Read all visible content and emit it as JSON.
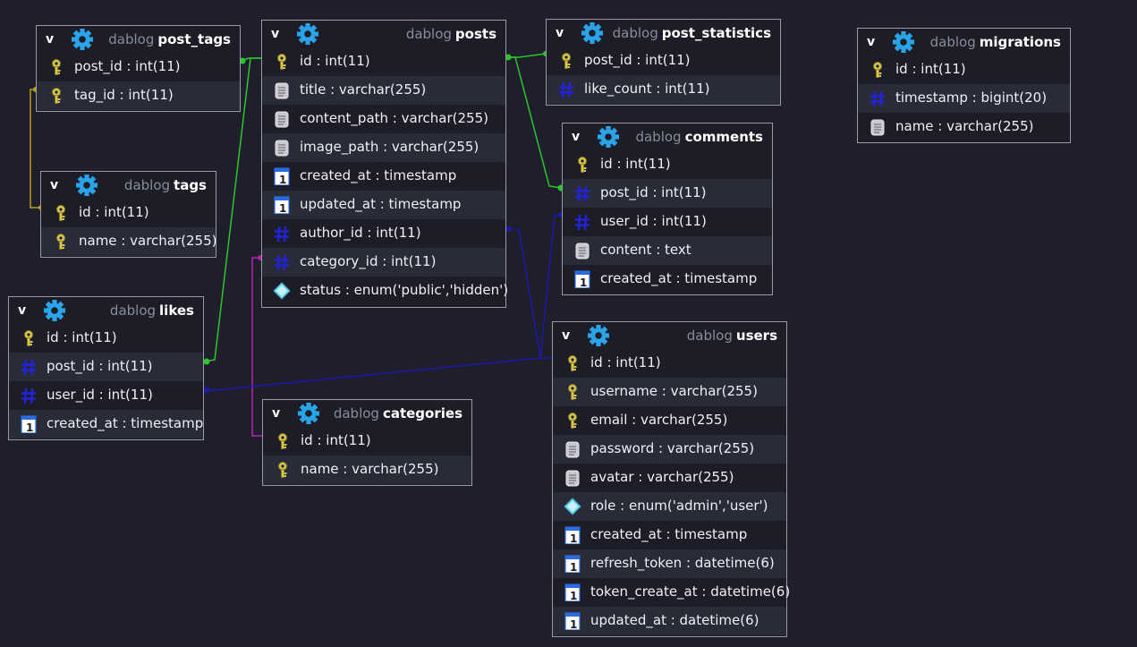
{
  "colors": {
    "fk_green": "#2dc42d",
    "fk_blue": "#1a1aa8",
    "fk_purple": "#b025b0",
    "fk_yellow": "#b8a020",
    "background": "#1e1f2b"
  },
  "tables": {
    "post_tags": {
      "toggle": "v",
      "schema": "dablog",
      "name": "post_tags",
      "columns": [
        {
          "icon": "key-icon",
          "label": "post_id : int(11)"
        },
        {
          "icon": "key-icon",
          "label": "tag_id : int(11)"
        }
      ]
    },
    "tags": {
      "toggle": "v",
      "schema": "dablog",
      "name": "tags",
      "columns": [
        {
          "icon": "key-icon",
          "label": "id : int(11)"
        },
        {
          "icon": "key-icon",
          "label": "name : varchar(255)"
        }
      ]
    },
    "likes": {
      "toggle": "v",
      "schema": "dablog",
      "name": "likes",
      "columns": [
        {
          "icon": "key-icon",
          "label": "id : int(11)"
        },
        {
          "icon": "hash-icon",
          "label": "post_id : int(11)"
        },
        {
          "icon": "hash-icon",
          "label": "user_id : int(11)"
        },
        {
          "icon": "calendar-icon",
          "label": "created_at : timestamp"
        }
      ]
    },
    "posts": {
      "toggle": "v",
      "schema": "dablog",
      "name": "posts",
      "columns": [
        {
          "icon": "key-icon",
          "label": "id : int(11)"
        },
        {
          "icon": "text-icon",
          "label": "title : varchar(255)"
        },
        {
          "icon": "text-icon",
          "label": "content_path : varchar(255)"
        },
        {
          "icon": "text-icon",
          "label": "image_path : varchar(255)"
        },
        {
          "icon": "calendar-icon",
          "label": "created_at : timestamp"
        },
        {
          "icon": "calendar-icon",
          "label": "updated_at : timestamp"
        },
        {
          "icon": "hash-icon",
          "label": "author_id : int(11)"
        },
        {
          "icon": "hash-icon",
          "label": "category_id : int(11)"
        },
        {
          "icon": "enum-icon",
          "label": "status : enum('public','hidden')"
        }
      ]
    },
    "categories": {
      "toggle": "v",
      "schema": "dablog",
      "name": "categories",
      "columns": [
        {
          "icon": "key-icon",
          "label": "id : int(11)"
        },
        {
          "icon": "key-icon",
          "label": "name : varchar(255)"
        }
      ]
    },
    "post_statistics": {
      "toggle": "v",
      "schema": "dablog",
      "name": "post_statistics",
      "columns": [
        {
          "icon": "key-icon",
          "label": "post_id : int(11)"
        },
        {
          "icon": "hash-icon",
          "label": "like_count : int(11)"
        }
      ]
    },
    "comments": {
      "toggle": "v",
      "schema": "dablog",
      "name": "comments",
      "columns": [
        {
          "icon": "key-icon",
          "label": "id : int(11)"
        },
        {
          "icon": "hash-icon",
          "label": "post_id : int(11)"
        },
        {
          "icon": "hash-icon",
          "label": "user_id : int(11)"
        },
        {
          "icon": "text-icon",
          "label": "content : text"
        },
        {
          "icon": "calendar-icon",
          "label": "created_at : timestamp"
        }
      ]
    },
    "users": {
      "toggle": "v",
      "schema": "dablog",
      "name": "users",
      "columns": [
        {
          "icon": "key-icon",
          "label": "id : int(11)"
        },
        {
          "icon": "key-icon",
          "label": "username : varchar(255)"
        },
        {
          "icon": "key-icon",
          "label": "email : varchar(255)"
        },
        {
          "icon": "text-icon",
          "label": "password : varchar(255)"
        },
        {
          "icon": "text-icon",
          "label": "avatar : varchar(255)"
        },
        {
          "icon": "enum-icon",
          "label": "role : enum('admin','user')"
        },
        {
          "icon": "calendar-icon",
          "label": "created_at : timestamp"
        },
        {
          "icon": "calendar-icon",
          "label": "refresh_token : datetime(6)"
        },
        {
          "icon": "calendar-icon",
          "label": "token_create_at : datetime(6)"
        },
        {
          "icon": "calendar-icon",
          "label": "updated_at : datetime(6)"
        }
      ]
    },
    "migrations": {
      "toggle": "v",
      "schema": "dablog",
      "name": "migrations",
      "columns": [
        {
          "icon": "key-icon",
          "label": "id : int(11)"
        },
        {
          "icon": "hash-icon",
          "label": "timestamp : bigint(20)"
        },
        {
          "icon": "text-icon",
          "label": "name : varchar(255)"
        }
      ]
    }
  }
}
